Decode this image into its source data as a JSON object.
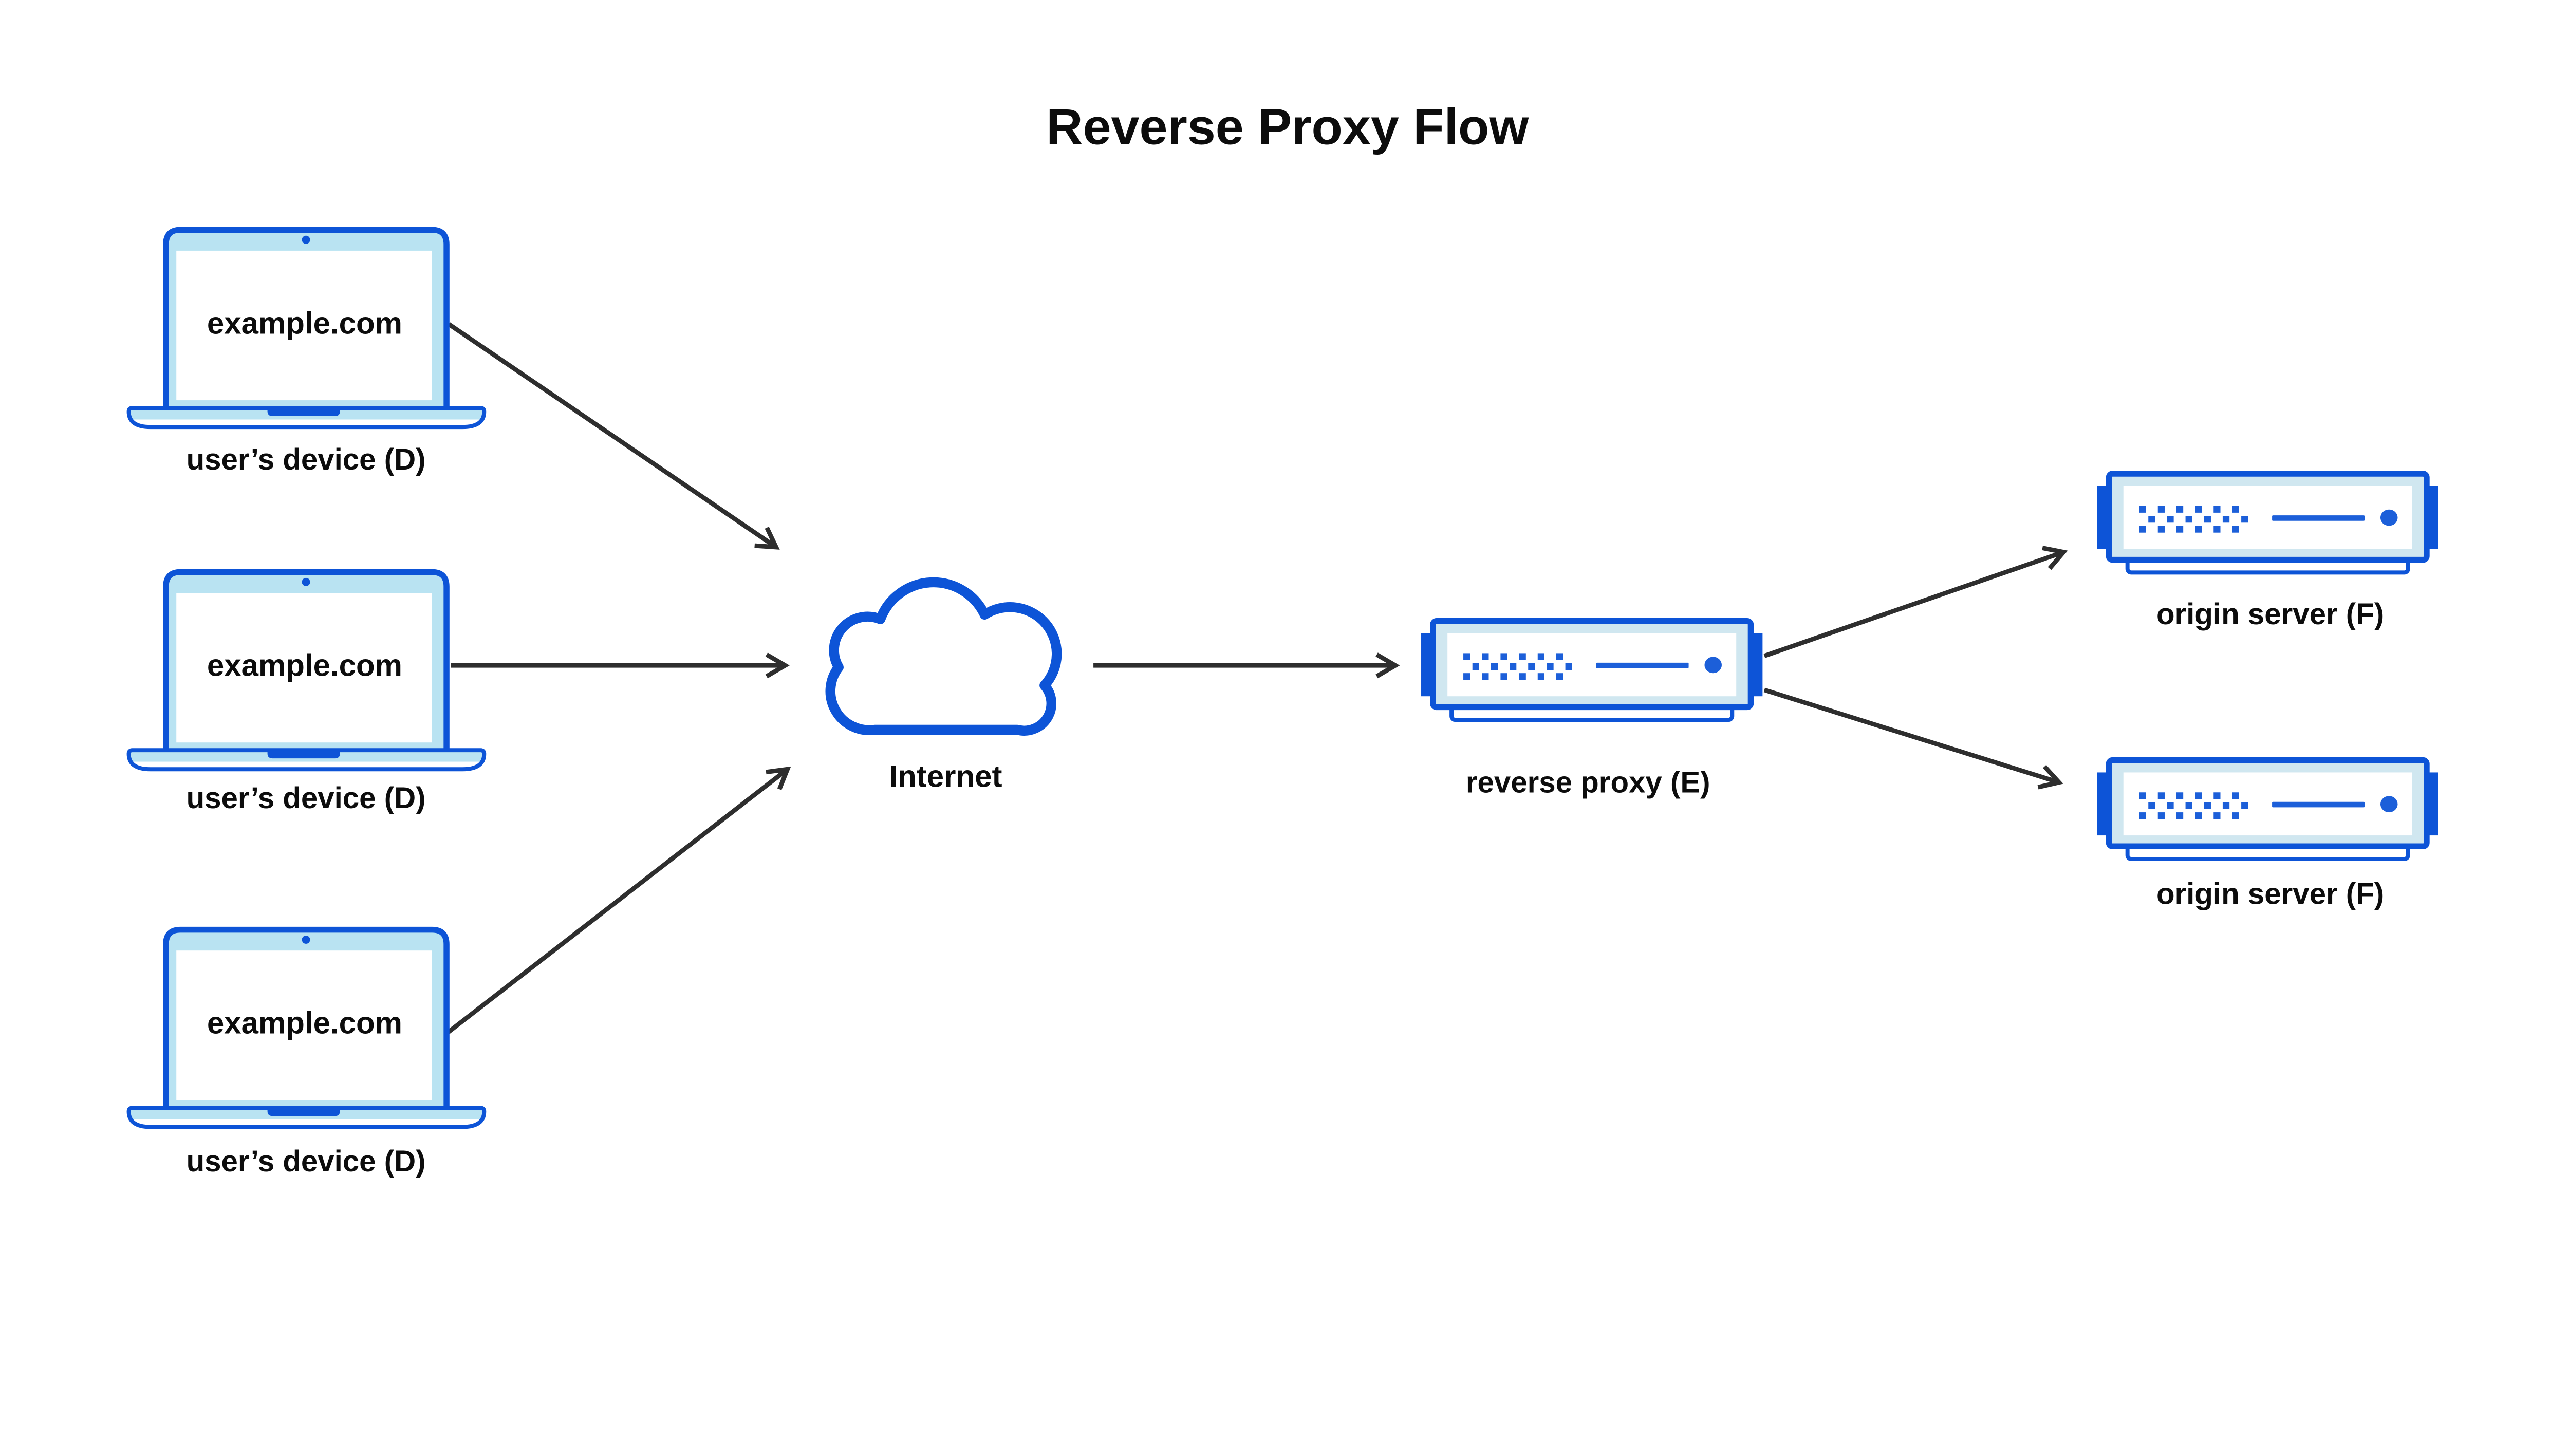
{
  "title": "Reverse Proxy Flow",
  "palette": {
    "blue": "#0d54d7",
    "mid_blue": "#1c5fd9",
    "laptop_bezel": "#b9e3f2",
    "server_bezel": "#d0e7f0",
    "arrow": "#2e2e2e",
    "text": "#0c0c0c",
    "bg": "#ffffff"
  },
  "nodes": {
    "devices": [
      {
        "screen_text": "example.com",
        "label": "user’s device (D)"
      },
      {
        "screen_text": "example.com",
        "label": "user’s device (D)"
      },
      {
        "screen_text": "example.com",
        "label": "user’s device (D)"
      }
    ],
    "internet": {
      "label": "Internet"
    },
    "reverse_proxy": {
      "label": "reverse proxy (E)"
    },
    "origin_servers": [
      {
        "label": "origin server (F)"
      },
      {
        "label": "origin server (F)"
      }
    ]
  },
  "edges": [
    {
      "from": "user-device-1",
      "to": "internet"
    },
    {
      "from": "user-device-2",
      "to": "internet"
    },
    {
      "from": "user-device-3",
      "to": "internet"
    },
    {
      "from": "internet",
      "to": "reverse-proxy"
    },
    {
      "from": "reverse-proxy",
      "to": "origin-server-1"
    },
    {
      "from": "reverse-proxy",
      "to": "origin-server-2"
    }
  ],
  "icons": {
    "device": "laptop-icon",
    "internet": "cloud-icon",
    "server": "rack-server-icon"
  }
}
